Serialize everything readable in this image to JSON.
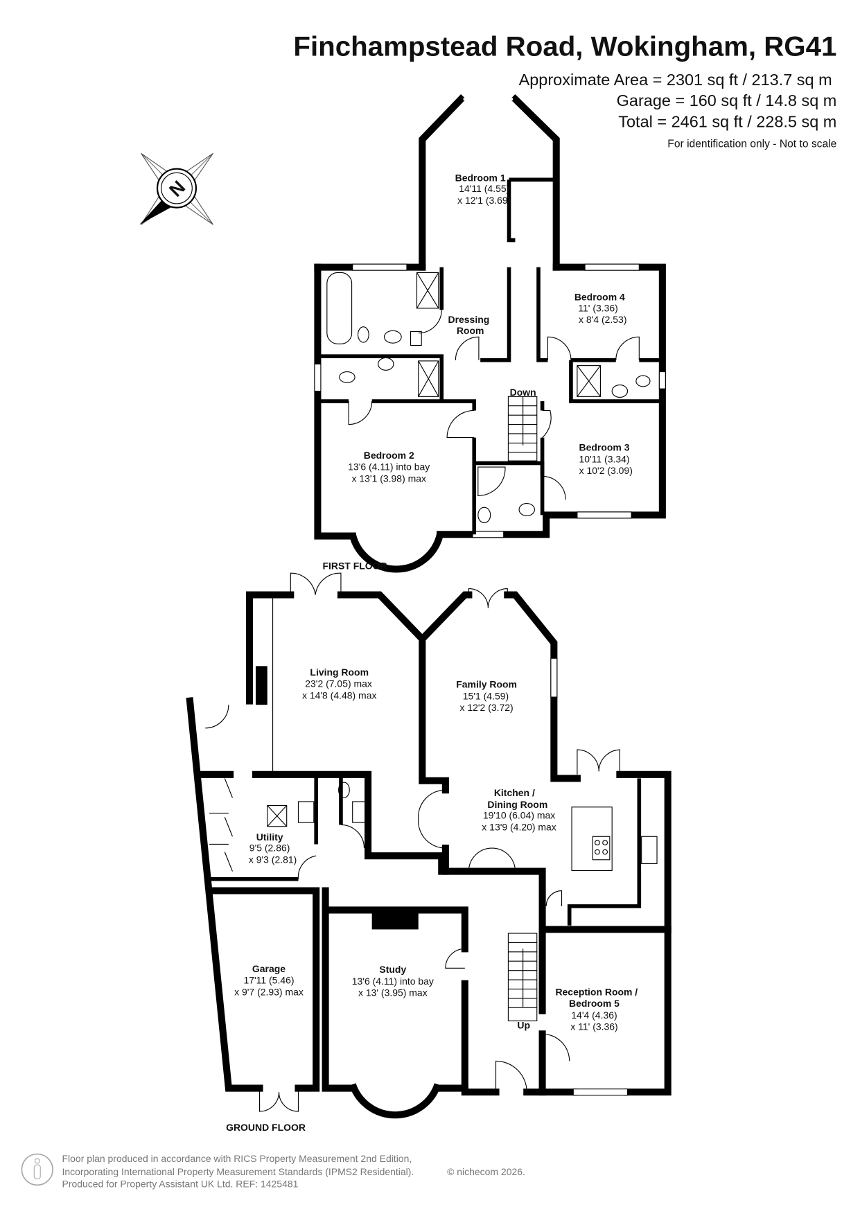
{
  "header": {
    "title": "Finchampstead Road, Wokingham, RG41",
    "area_lines": [
      "Approximate Area = 2301 sq ft / 213.7 sq m",
      "Garage = 160 sq ft / 14.8 sq m",
      "Total = 2461 sq ft / 228.5 sq m"
    ],
    "disclaimer": "For identification only - Not to scale"
  },
  "compass": {
    "label": "N",
    "icon": "compass-icon"
  },
  "first_floor": {
    "label": "FIRST FLOOR",
    "rooms": [
      {
        "name": "Bedroom 1",
        "dims": [
          "14'11 (4.55)",
          "x 12'1 (3.69)"
        ]
      },
      {
        "name": "Dressing",
        "name2": "Room"
      },
      {
        "name": "Bedroom 4",
        "dims": [
          "11' (3.36)",
          "x 8'4 (2.53)"
        ]
      },
      {
        "name": "Bedroom 2",
        "dims": [
          "13'6 (4.11) into bay",
          "x 13'1 (3.98) max"
        ]
      },
      {
        "name": "Bedroom 3",
        "dims": [
          "10'11 (3.34)",
          "x 10'2 (3.09)"
        ]
      }
    ],
    "stairs_label": "Down"
  },
  "ground_floor": {
    "label": "GROUND FLOOR",
    "rooms": [
      {
        "name": "Living Room",
        "dims": [
          "23'2 (7.05) max",
          "x 14'8 (4.48) max"
        ]
      },
      {
        "name": "Family Room",
        "dims": [
          "15'1 (4.59)",
          "x 12'2 (3.72)"
        ]
      },
      {
        "name": "Kitchen /",
        "name2": "Dining Room",
        "dims": [
          "19'10 (6.04) max",
          "x 13'9 (4.20) max"
        ]
      },
      {
        "name": "Utility",
        "dims": [
          "9'5 (2.86)",
          "x 9'3 (2.81)"
        ]
      },
      {
        "name": "Garage",
        "dims": [
          "17'11 (5.46)",
          "x 9'7 (2.93) max"
        ]
      },
      {
        "name": "Study",
        "dims": [
          "13'6 (4.11) into bay",
          "x 13' (3.95) max"
        ]
      },
      {
        "name": "Reception Room /",
        "name2": "Bedroom 5",
        "dims": [
          "14'4 (4.36)",
          "x 11' (3.36)"
        ]
      }
    ],
    "stairs_label": "Up"
  },
  "footer": {
    "lines": [
      "Floor plan produced in accordance with RICS Property Measurement 2nd Edition,",
      "Incorporating International Property Measurement Standards (IPMS2 Residential).",
      "Produced for Property Assistant UK Ltd.   REF:  1425481"
    ],
    "copyright": "© nichecom 2026."
  }
}
